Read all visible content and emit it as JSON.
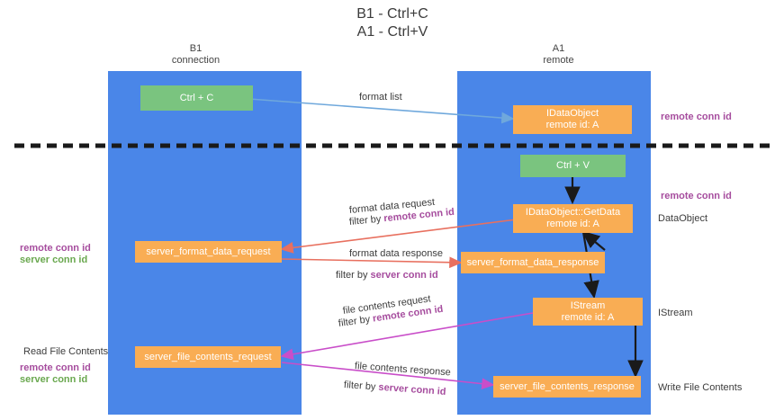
{
  "title": {
    "line1": "B1 - Ctrl+C",
    "line2": "A1 - Ctrl+V"
  },
  "lanes": [
    {
      "id": "b1",
      "header_top": "B1",
      "header_bottom": "connection"
    },
    {
      "id": "a1",
      "header_top": "A1",
      "header_bottom": "remote"
    }
  ],
  "boxes": {
    "ctrl_c": {
      "line1": "Ctrl + C",
      "line2": ""
    },
    "idataobject": {
      "line1": "IDataObject",
      "line2": "remote id: A"
    },
    "ctrl_v": {
      "line1": "Ctrl + V",
      "line2": ""
    },
    "getdata": {
      "line1": "IDataObject::GetData",
      "line2": "remote id: A"
    },
    "server_format_data_request": {
      "line1": "server_format_data_request",
      "line2": ""
    },
    "server_format_data_response": {
      "line1": "server_format_data_response",
      "line2": ""
    },
    "istream": {
      "line1": "IStream",
      "line2": "remote id: A"
    },
    "server_file_contents_request": {
      "line1": "server_file_contents_request",
      "line2": ""
    },
    "server_file_contents_response": {
      "line1": "server_file_contents_response",
      "line2": ""
    }
  },
  "edges": {
    "format_list": "format list",
    "format_data_request": "format data request",
    "format_data_request_filter_prefix": "filter by ",
    "format_data_request_filter_key": "remote conn id",
    "format_data_response": "format data response",
    "format_data_response_filter_prefix": "filter by ",
    "format_data_response_filter_key": "server conn id",
    "file_contents_request": "file contents request",
    "file_contents_request_filter_prefix": "filter by ",
    "file_contents_request_filter_key": "remote conn id",
    "file_contents_response": "file contents response",
    "file_contents_response_filter_prefix": "filter by ",
    "file_contents_response_filter_key": "server conn id"
  },
  "annotations": {
    "right_remote_conn_id_top": "remote conn id",
    "right_remote_conn_id_mid": "remote conn id",
    "right_dataobject": "DataObject",
    "right_istream": "IStream",
    "right_write_file_contents": "Write File Contents",
    "left_remote_conn_id": "remote conn id",
    "left_server_conn_id": "server conn id",
    "left_read_file_contents": "Read File Contents",
    "left_remote_conn_id_2": "remote conn id",
    "left_server_conn_id_2": "server conn id"
  },
  "colors": {
    "lane": "#4a86e8",
    "green_box": "#7ac47f",
    "orange_box": "#f9ad54",
    "purple": "#a64d9e",
    "green_text": "#6aa84f",
    "blue_arrow": "#6fa8dc",
    "red_arrow": "#e8705f",
    "magenta_arrow": "#c94ec9",
    "black": "#1a1a1a"
  }
}
